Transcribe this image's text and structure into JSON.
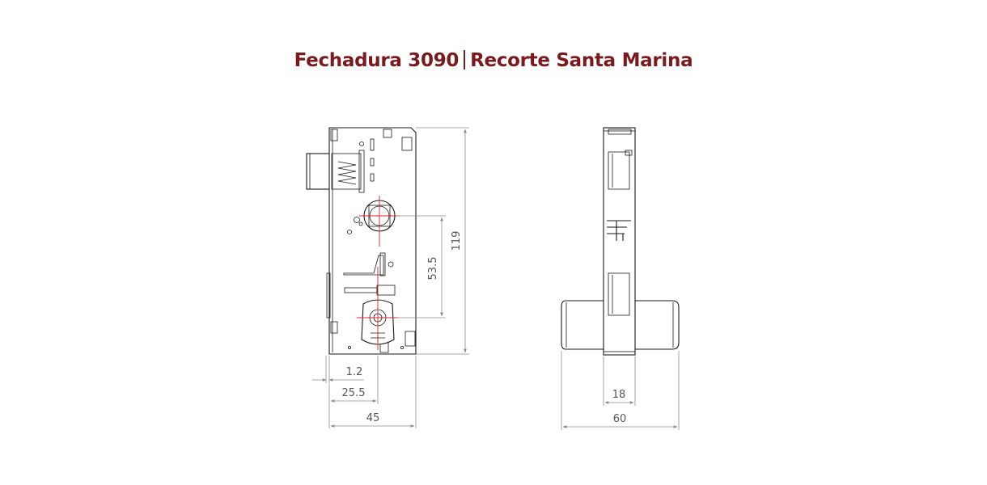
{
  "title": {
    "part1": "Fechadura 3090",
    "part2": "Recorte Santa Marina"
  },
  "dimensions": {
    "height_total": "119",
    "backset": "53.5",
    "offset_small": "1.2",
    "center_distance": "25.5",
    "depth": "45",
    "width_side": "18",
    "cylinder_length": "60"
  },
  "colors": {
    "title": "#7a1a1e",
    "centerline": "#d8262a",
    "dimension": "#8c8c8c",
    "outline": "#1a1a1a"
  }
}
